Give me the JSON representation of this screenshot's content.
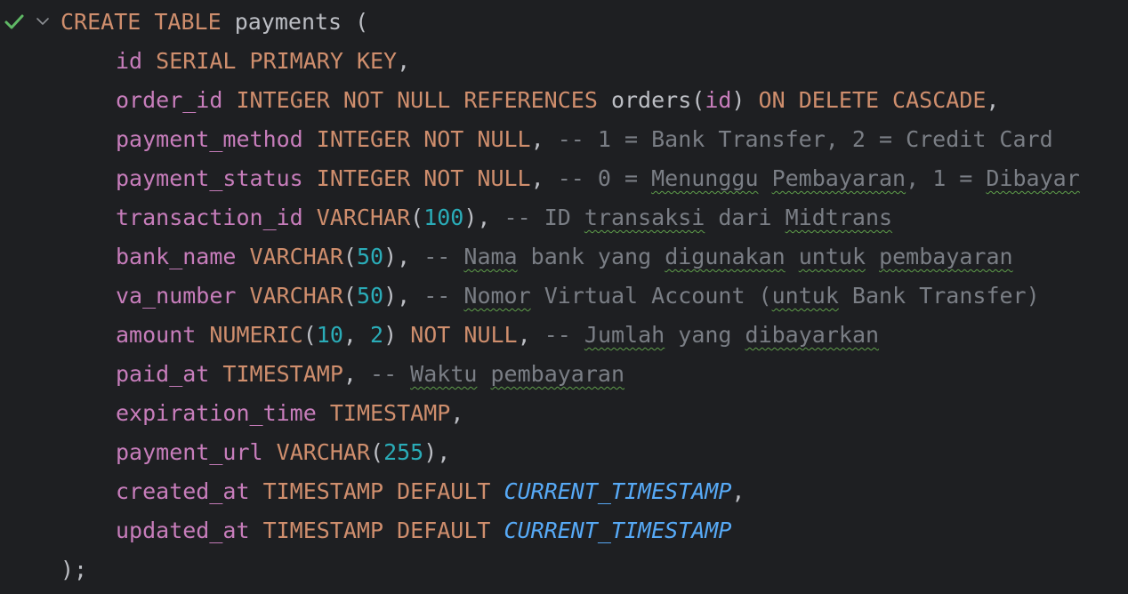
{
  "editor": {
    "colors": {
      "background": "#1e1f22",
      "keyword": "#cf8e6d",
      "column": "#c77dbb",
      "number": "#2aacb8",
      "function": "#57aaf7",
      "comment": "#7a7e85",
      "text": "#bcbec4",
      "check": "#5fb865"
    },
    "gutter": {
      "status_icon": "check-icon",
      "fold_icon": "chevron-down-icon"
    },
    "code": {
      "l1": {
        "kw1": "CREATE TABLE",
        "name": "payments",
        "open": "("
      },
      "l2": {
        "col": "id",
        "type": "SERIAL PRIMARY KEY",
        "end": ","
      },
      "l3": {
        "col": "order_id",
        "type": "INTEGER NOT NULL REFERENCES",
        "ref_table": "orders",
        "paren_open": "(",
        "ref_col": "id",
        "paren_close": ")",
        "action": "ON DELETE CASCADE",
        "end": ","
      },
      "l4": {
        "col": "payment_method",
        "type": "INTEGER NOT NULL",
        "end": ",",
        "comment": "-- 1 = Bank Transfer, 2 = Credit Card"
      },
      "l5": {
        "col": "payment_status",
        "type": "INTEGER NOT NULL",
        "end": ",",
        "c1": "-- 0 = ",
        "c2": "Menunggu",
        "c3": " ",
        "c4": "Pembayaran",
        "c5": ", 1 = ",
        "c6": "Dibayar"
      },
      "l6": {
        "col": "transaction_id",
        "type": "VARCHAR",
        "po": "(",
        "n1": "100",
        "pc": ")",
        "end": ",",
        "c1": "-- ID ",
        "c2": "transaksi",
        "c3": " dari ",
        "c4": "Midtrans"
      },
      "l7": {
        "col": "bank_name",
        "type": "VARCHAR",
        "po": "(",
        "n1": "50",
        "pc": ")",
        "end": ",",
        "c1": "-- ",
        "c2": "Nama",
        "c3": " bank yang ",
        "c4": "digunakan",
        "c5": " ",
        "c6": "untuk",
        "c7": " ",
        "c8": "pembayaran"
      },
      "l8": {
        "col": "va_number",
        "type": "VARCHAR",
        "po": "(",
        "n1": "50",
        "pc": ")",
        "end": ",",
        "c1": "-- ",
        "c2": "Nomor",
        "c3": " Virtual Account (",
        "c4": "untuk",
        "c5": " Bank Transfer)"
      },
      "l9": {
        "col": "amount",
        "type": "NUMERIC",
        "po": "(",
        "n1": "10",
        "sep": ", ",
        "n2": "2",
        "pc": ")",
        "type2": "NOT NULL",
        "end": ",",
        "c1": "-- ",
        "c2": "Jumlah",
        "c3": " yang ",
        "c4": "dibayarkan"
      },
      "l10": {
        "col": "paid_at",
        "type": "TIMESTAMP",
        "end": ",",
        "c1": "-- ",
        "c2": "Waktu",
        "c3": " ",
        "c4": "pembayaran"
      },
      "l11": {
        "col": "expiration_time",
        "type": "TIMESTAMP",
        "end": ","
      },
      "l12": {
        "col": "payment_url",
        "type": "VARCHAR",
        "po": "(",
        "n1": "255",
        "pc": ")",
        "end": ","
      },
      "l13": {
        "col": "created_at",
        "type": "TIMESTAMP DEFAULT",
        "fn": "CURRENT_TIMESTAMP",
        "end": ","
      },
      "l14": {
        "col": "updated_at",
        "type": "TIMESTAMP DEFAULT",
        "fn": "CURRENT_TIMESTAMP"
      },
      "l15": {
        "close": ");"
      }
    }
  }
}
